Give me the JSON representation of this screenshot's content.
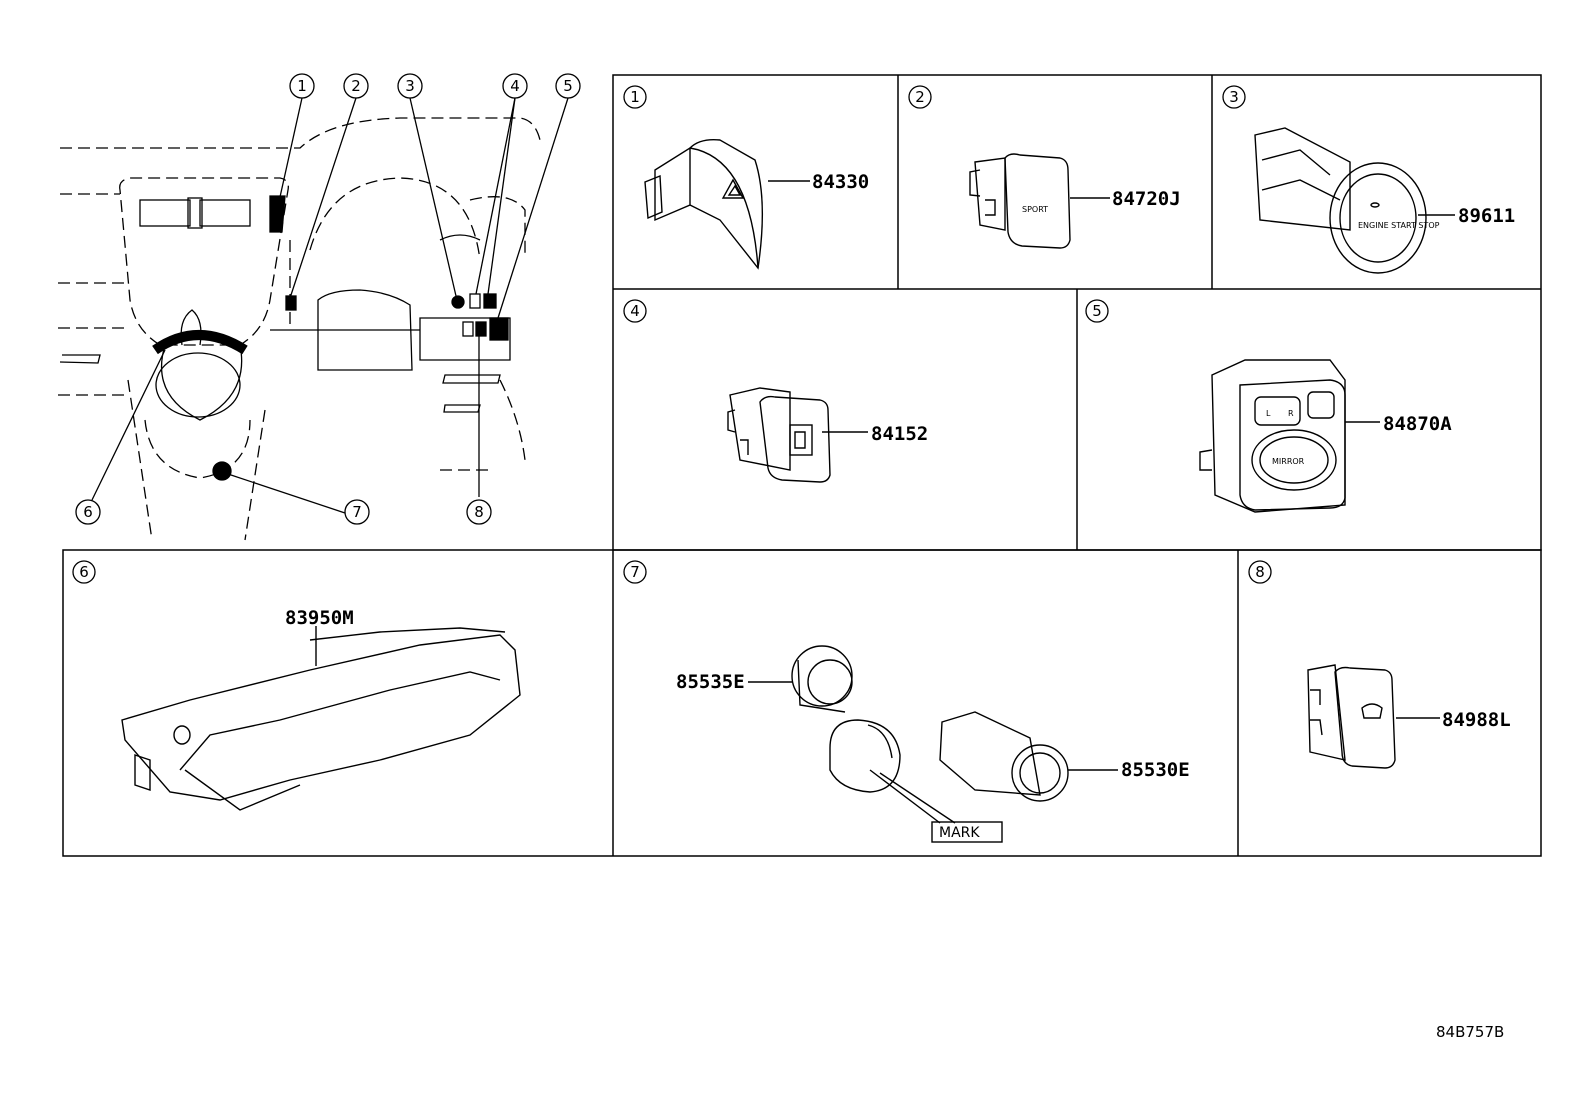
{
  "diagram_code": "84B757B",
  "callouts": [
    "1",
    "2",
    "3",
    "4",
    "5",
    "6",
    "7",
    "8"
  ],
  "parts": {
    "p1": "84330",
    "p2": "84720J",
    "p3": "89611",
    "p4": "84152",
    "p5": "84870A",
    "p6": "83950M",
    "p7a": "85535E",
    "p7b": "85530E",
    "p8": "84988L"
  },
  "labels": {
    "mark": "MARK",
    "sport": "SPORT",
    "start_stop": "ENGINE START STOP",
    "mirror": "MIRROR",
    "mirror_l": "L",
    "mirror_r": "R"
  }
}
